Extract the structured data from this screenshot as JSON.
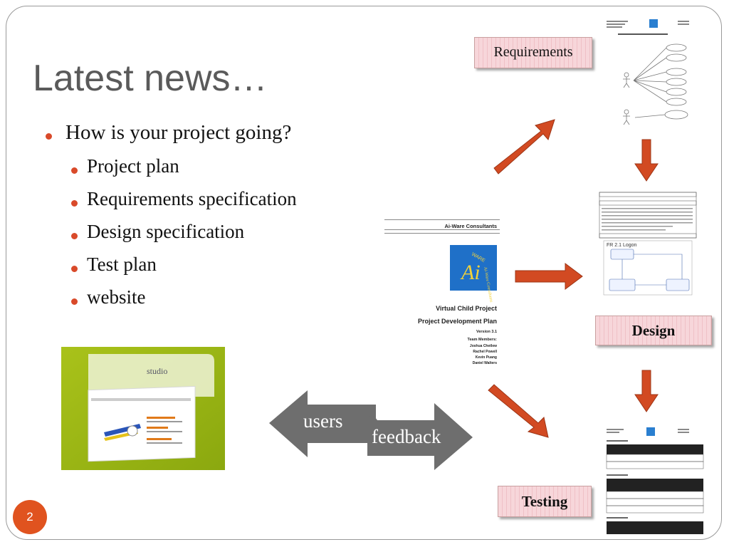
{
  "slide": {
    "title": "Latest news…",
    "page_number": "2",
    "bullets": [
      {
        "text": "How is your project going?",
        "level": 1
      },
      {
        "text": "Project plan",
        "level": 2
      },
      {
        "text": "Requirements specification",
        "level": 2
      },
      {
        "text": "Design specification",
        "level": 2
      },
      {
        "text": "Test plan",
        "level": 2
      },
      {
        "text": "website",
        "level": 2
      }
    ]
  },
  "labels": {
    "requirements": "Requirements",
    "design": "Design",
    "testing": "Testing"
  },
  "cycle_shapes": {
    "users": "users",
    "feedback": "feedback"
  },
  "website_thumb": {
    "logo_text": "studio"
  },
  "project_plan_doc": {
    "company": "Ai-Ware Consultants",
    "logo_text": "Ai-Ware Consultants",
    "title": "Virtual Child Project",
    "subtitle": "Project Development Plan",
    "version": "Version 3.1",
    "members_heading": "Team Members:",
    "members": [
      "Joshua Chetlew",
      "Rachel Powell",
      "Kevin Puang",
      "Daniel Walters"
    ]
  },
  "design_doc": {
    "diagram_title": "FR 2.1 Logon"
  },
  "colors": {
    "accent_arrow": "#d24a22",
    "bullet_dot": "#d94a2a",
    "title_gray": "#5a5a5a",
    "shape_gray": "#6e6e6e",
    "page_badge": "#e0531f",
    "label_pink": "#f7d6da"
  }
}
